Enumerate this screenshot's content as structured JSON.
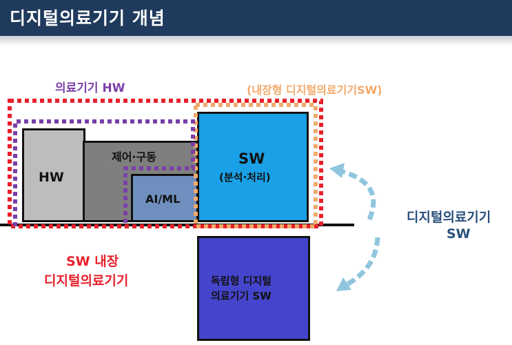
{
  "header": {
    "title": "디지털의료기기 개념"
  },
  "labels": {
    "medical_hw": "의료기기 HW",
    "embedded_sw": "(내장형 디지털의료기기SW)",
    "sw_embedded_line1": "SW 내장",
    "sw_embedded_line2": "디지털의료기기",
    "digital_sw_line1": "디지털의료기기",
    "digital_sw_line2": "SW"
  },
  "boxes": {
    "hw": "HW",
    "control": "제어·구동",
    "aiml": "AI/ML",
    "sw_title": "SW",
    "sw_sub": "(분석·처리)",
    "standalone_line1": "독립형 디지털",
    "standalone_line2": "의료기기 SW"
  },
  "colors": {
    "header_bg": "#1f3a5c",
    "red": "#e8202a",
    "purple": "#7a3fa8",
    "orange": "#f2a96a",
    "sw_blue": "#1aa0e6",
    "standalone_blue": "#4444cc",
    "arrow_blue": "#8fc6de",
    "text_blue": "#2a4f7c"
  }
}
